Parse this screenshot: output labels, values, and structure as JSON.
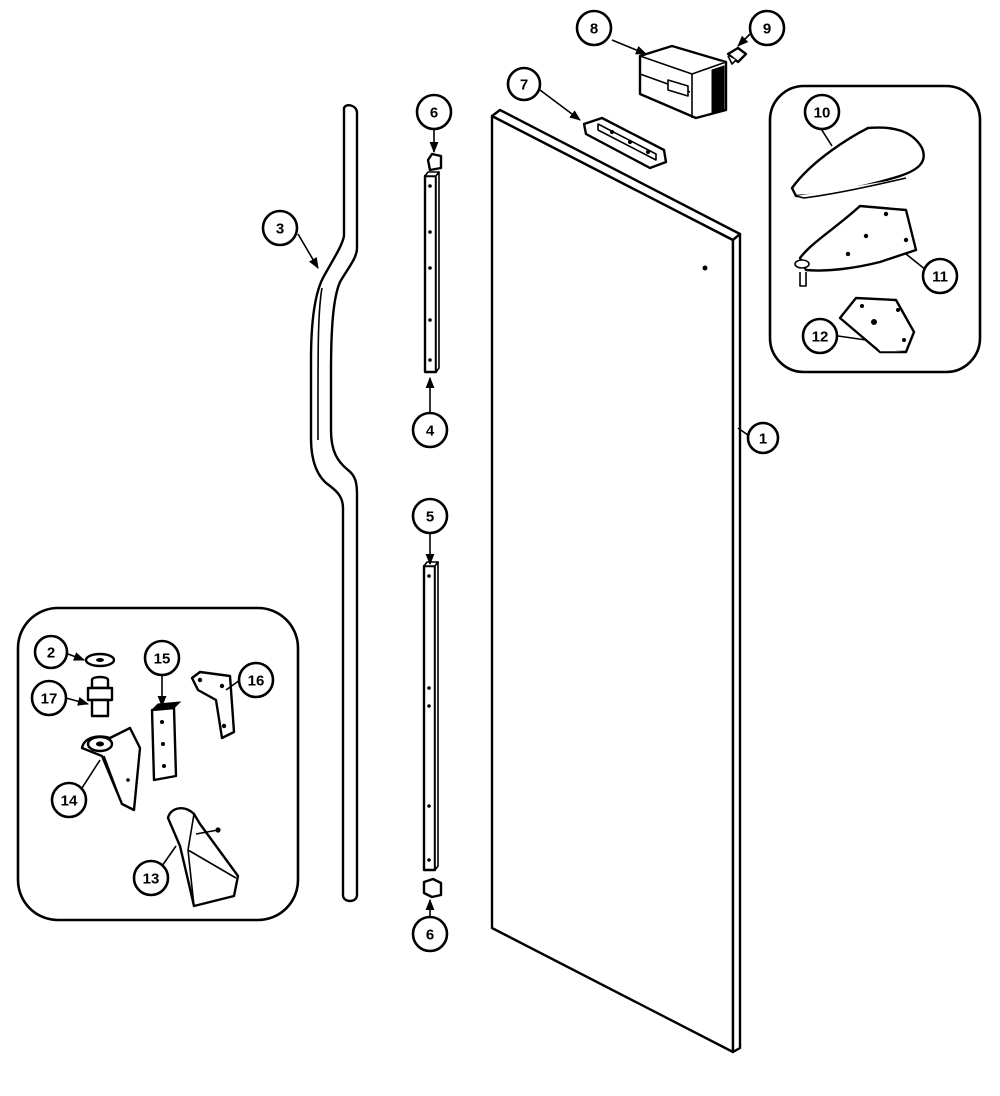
{
  "diagram": {
    "callouts": {
      "c1": "1",
      "c2": "2",
      "c3": "3",
      "c4": "4",
      "c5": "5",
      "c6_top": "6",
      "c6_bottom": "6",
      "c7": "7",
      "c8": "8",
      "c9": "9",
      "c10": "10",
      "c11": "11",
      "c12": "12",
      "c13": "13",
      "c14": "14",
      "c15": "15",
      "c16": "16",
      "c17": "17"
    }
  }
}
